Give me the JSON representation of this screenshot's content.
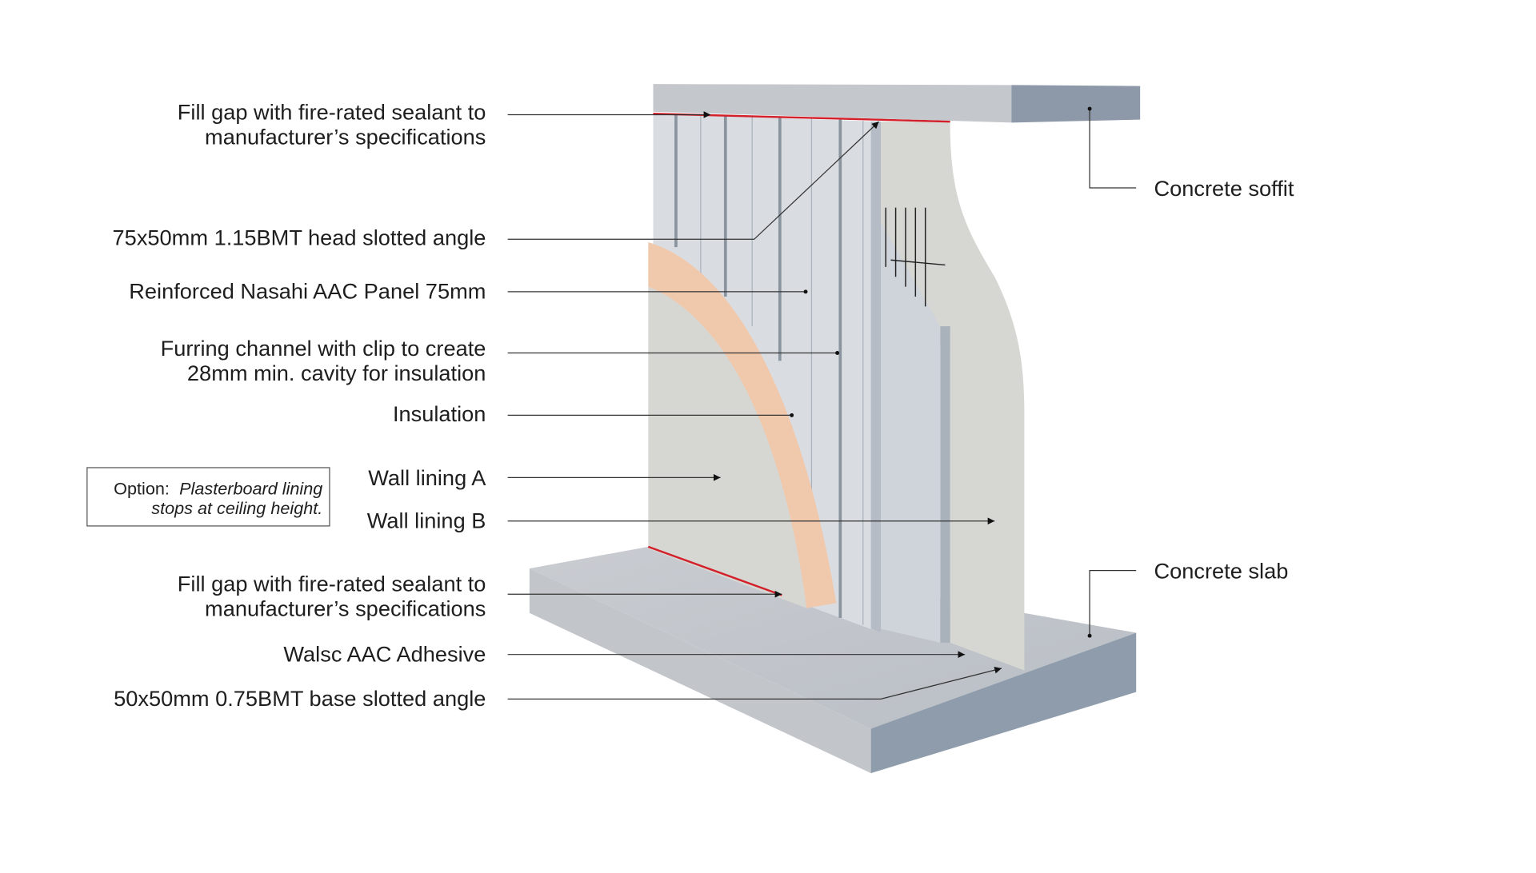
{
  "labels": {
    "sealant_top": [
      "Fill gap with fire-rated sealant to",
      "manufacturer’s specifications"
    ],
    "head_angle": "75x50mm 1.15BMT head slotted angle",
    "aac_panel": "Reinforced Nasahi AAC Panel 75mm",
    "furring": [
      "Furring channel with clip to create",
      "28mm min. cavity for insulation"
    ],
    "insulation": "Insulation",
    "lining_a": "Wall lining A",
    "lining_b": "Wall lining B",
    "sealant_bottom": [
      "Fill gap with fire-rated sealant to",
      "manufacturer’s specifications"
    ],
    "adhesive": "Walsc AAC Adhesive",
    "base_angle": "50x50mm 0.75BMT base slotted angle",
    "soffit": "Concrete soffit",
    "slab": "Concrete slab"
  },
  "option_box": {
    "prefix": "Option:",
    "line1": "Plasterboard lining",
    "line2": "stops at ceiling height."
  },
  "colors": {
    "concrete": "#c4c7cb",
    "concrete_dark": "#8d99a8",
    "panel": "#d9dde2",
    "lining": "#d6d7d2",
    "insulation": "#f0c8ac",
    "sealant": "#d4202a"
  }
}
